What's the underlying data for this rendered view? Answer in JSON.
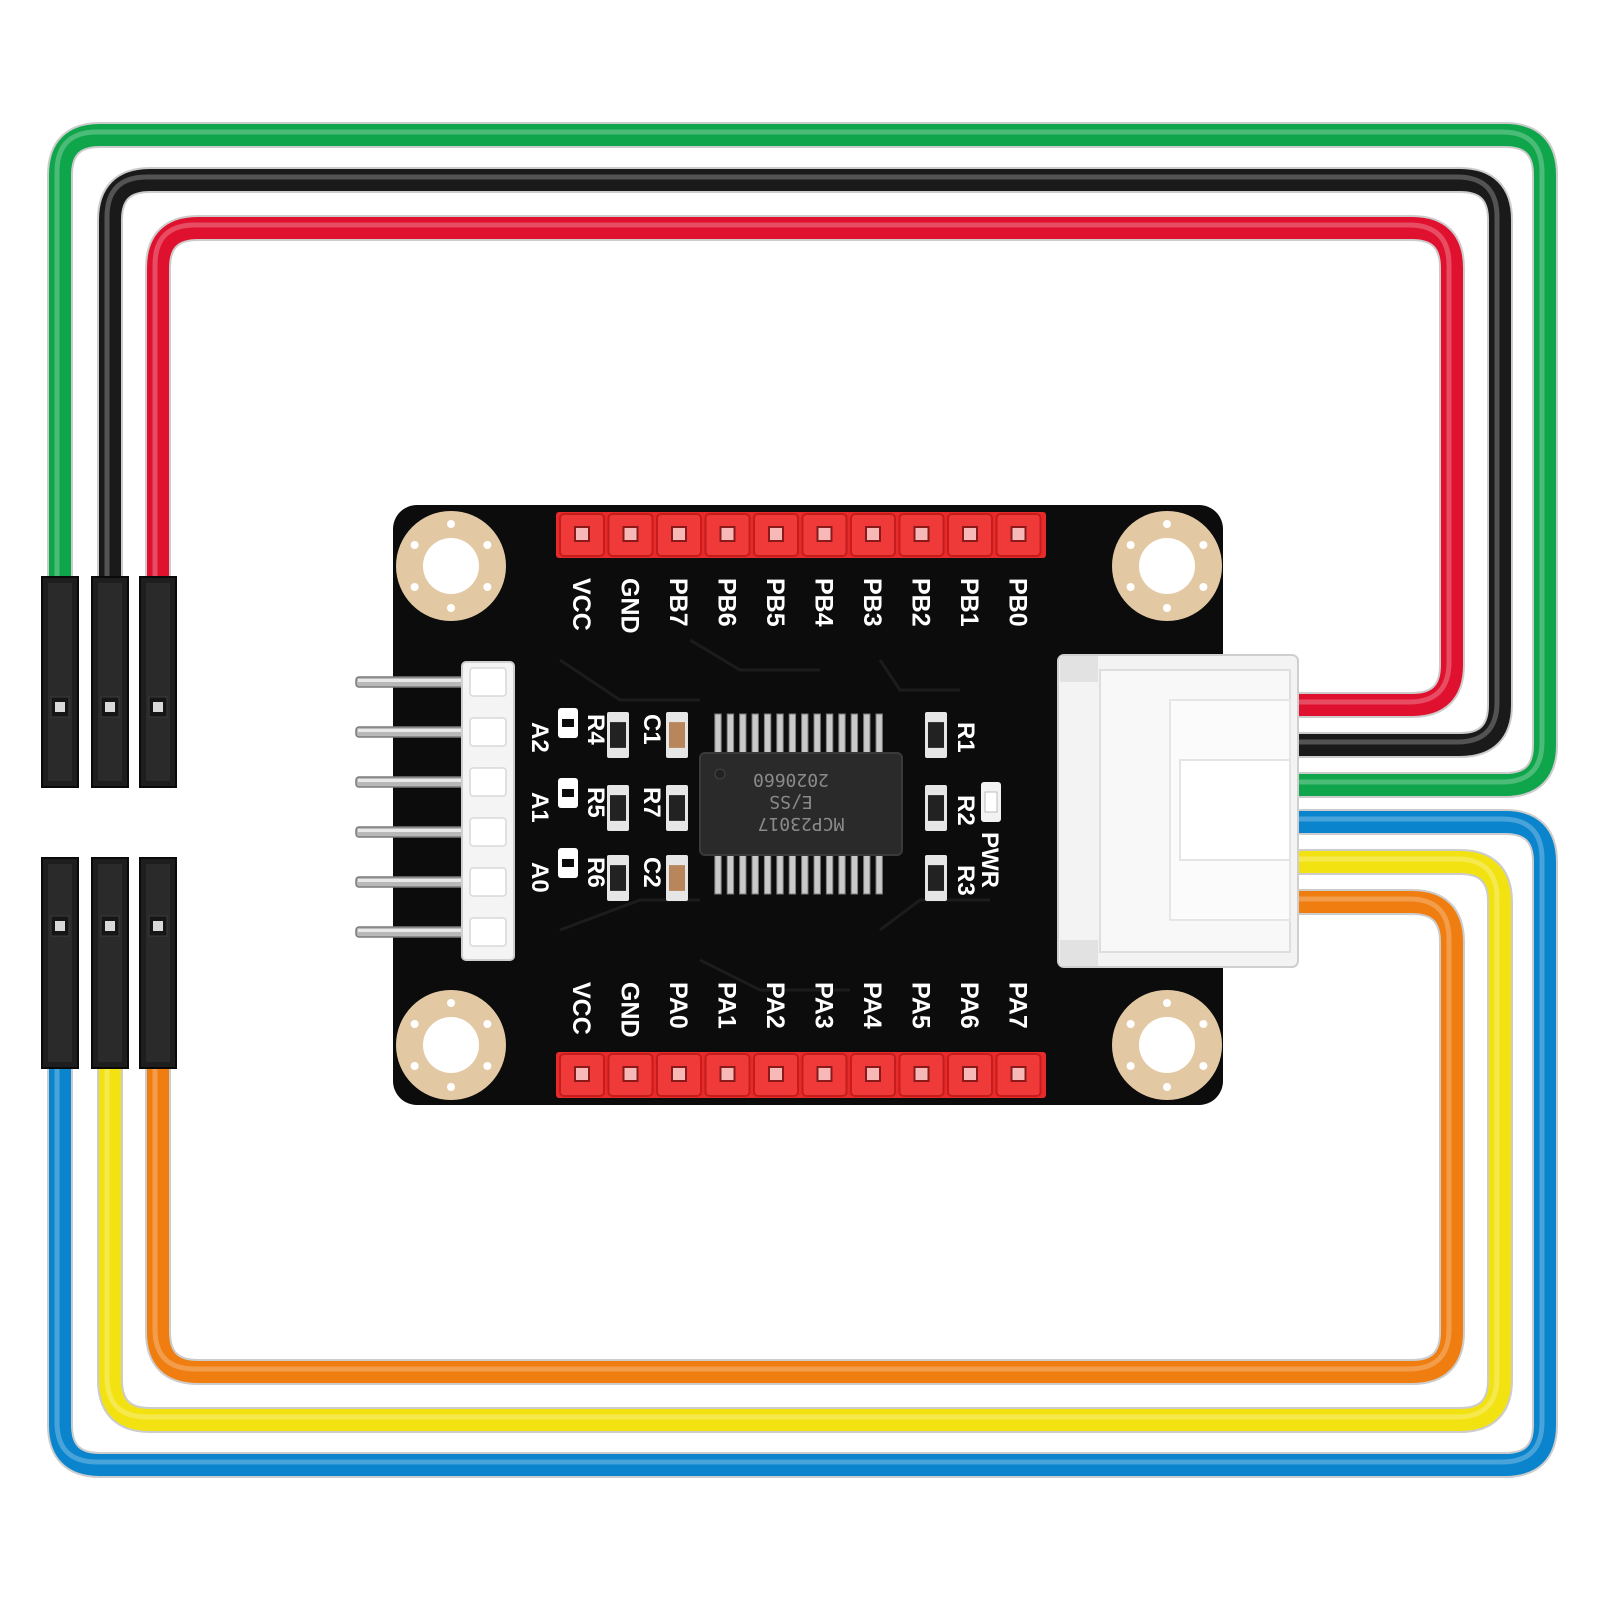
{
  "board": {
    "top_header_labels": [
      "VCC",
      "GND",
      "PB7",
      "PB6",
      "PB5",
      "PB4",
      "PB3",
      "PB2",
      "PB1",
      "PB0"
    ],
    "bottom_header_labels": [
      "VCC",
      "GND",
      "PA0",
      "PA1",
      "PA2",
      "PA3",
      "PA4",
      "PA5",
      "PA6",
      "PA7"
    ],
    "address_labels": [
      "A2",
      "A1",
      "A0"
    ],
    "resistor_left_labels": [
      "R4",
      "R5",
      "R6"
    ],
    "cap_res_labels": [
      "C1",
      "R7",
      "C2"
    ],
    "right_labels": [
      "R1",
      "R2",
      "R3"
    ],
    "pwr_label": "PWR",
    "chip_lines": [
      "MCP23017",
      "E/SS",
      "2020660"
    ]
  },
  "colors": {
    "pcb": "#0c0c0c",
    "header": "#e82a2a",
    "mount_pad": "#e3c9a3",
    "connector": "#f2f2f2",
    "wire_green": "#0fa54b",
    "wire_black": "#1a1a1a",
    "wire_red": "#e0112f",
    "wire_blue": "#0a84cc",
    "wire_yellow": "#f2e212",
    "wire_orange": "#ef7d0f"
  }
}
